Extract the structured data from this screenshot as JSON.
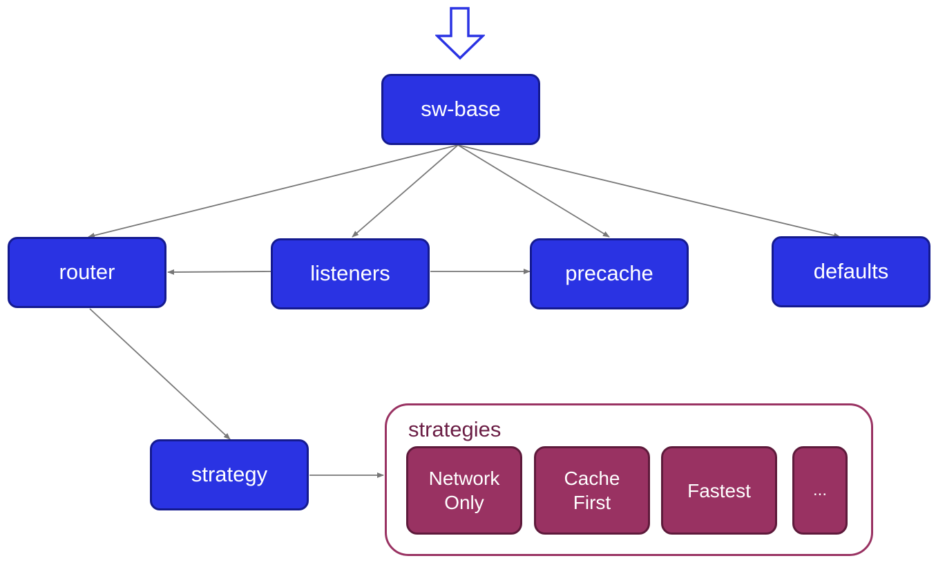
{
  "colors": {
    "node_fill": "#2a33e3",
    "node_border": "#141a8f",
    "strategy_fill": "#993262",
    "strategy_border": "#5e1a3b",
    "container_border": "#993262",
    "edge": "#777777",
    "entry_arrow": "#2a33e3"
  },
  "nodes": {
    "sw_base": "sw-base",
    "router": "router",
    "listeners": "listeners",
    "precache": "precache",
    "defaults": "defaults",
    "strategy": "strategy"
  },
  "strategies": {
    "label": "strategies",
    "items": [
      "Network\nOnly",
      "Cache\nFirst",
      "Fastest",
      "..."
    ]
  },
  "edges": [
    {
      "from": "sw-base",
      "to": "router"
    },
    {
      "from": "sw-base",
      "to": "listeners"
    },
    {
      "from": "sw-base",
      "to": "precache"
    },
    {
      "from": "sw-base",
      "to": "defaults"
    },
    {
      "from": "listeners",
      "to": "router"
    },
    {
      "from": "listeners",
      "to": "precache"
    },
    {
      "from": "router",
      "to": "strategy"
    },
    {
      "from": "strategy",
      "to": "strategies"
    }
  ],
  "icons": {
    "entry": "down-arrow-icon"
  }
}
